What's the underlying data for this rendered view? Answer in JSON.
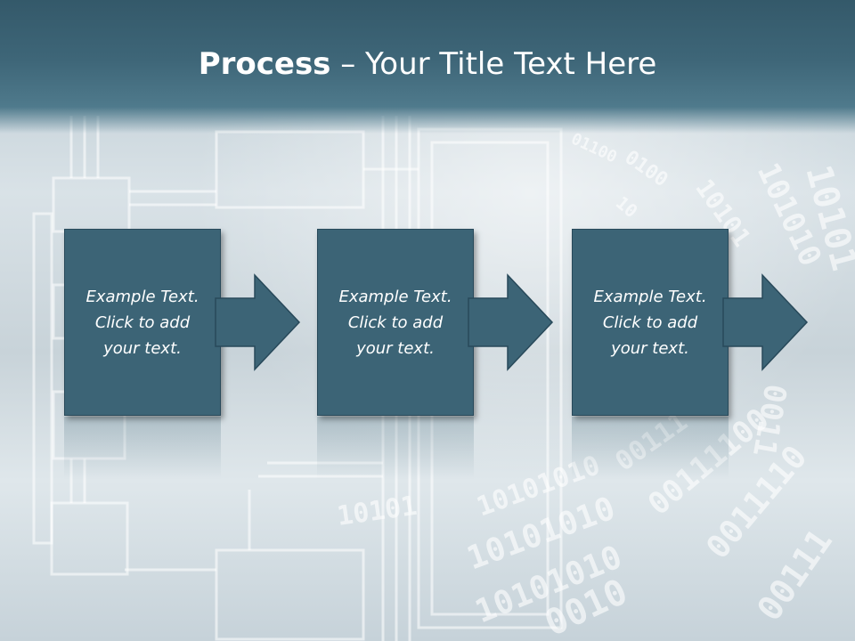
{
  "slide": {
    "title_bold": "Process",
    "title_rest": " – Your Title Text Here"
  },
  "steps": [
    {
      "line1": "Example Text.",
      "line2": "Click  to add",
      "line3": "your text."
    },
    {
      "line1": "Example Text.",
      "line2": "Click  to add",
      "line3": "your text."
    },
    {
      "line1": "Example Text.",
      "line2": "Click  to add",
      "line3": "your text."
    }
  ],
  "colors": {
    "box_fill": "#3c6476",
    "box_border": "#28495a",
    "title_bar": "#3e6678",
    "text": "#ffffff"
  }
}
